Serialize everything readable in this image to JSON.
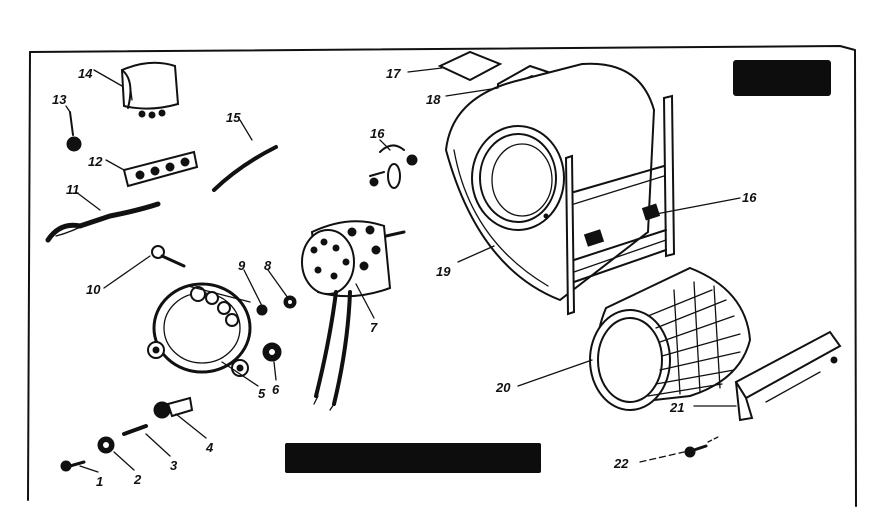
{
  "diagram": {
    "labels": {
      "p1": "1",
      "p2": "2",
      "p3": "3",
      "p4": "4",
      "p5": "5",
      "p6": "6",
      "p7": "7",
      "p8": "8",
      "p9": "9",
      "p10": "10",
      "p11": "11",
      "p12": "12",
      "p13": "13",
      "p14": "14",
      "p15": "15",
      "p16a": "16",
      "p16b": "16",
      "p17": "17",
      "p18": "18",
      "p19": "19",
      "p20": "20",
      "p21": "21",
      "p22": "22"
    },
    "colors": {
      "ink": "#111111",
      "paper": "#ffffff",
      "redaction": "#0d0d0d"
    }
  }
}
